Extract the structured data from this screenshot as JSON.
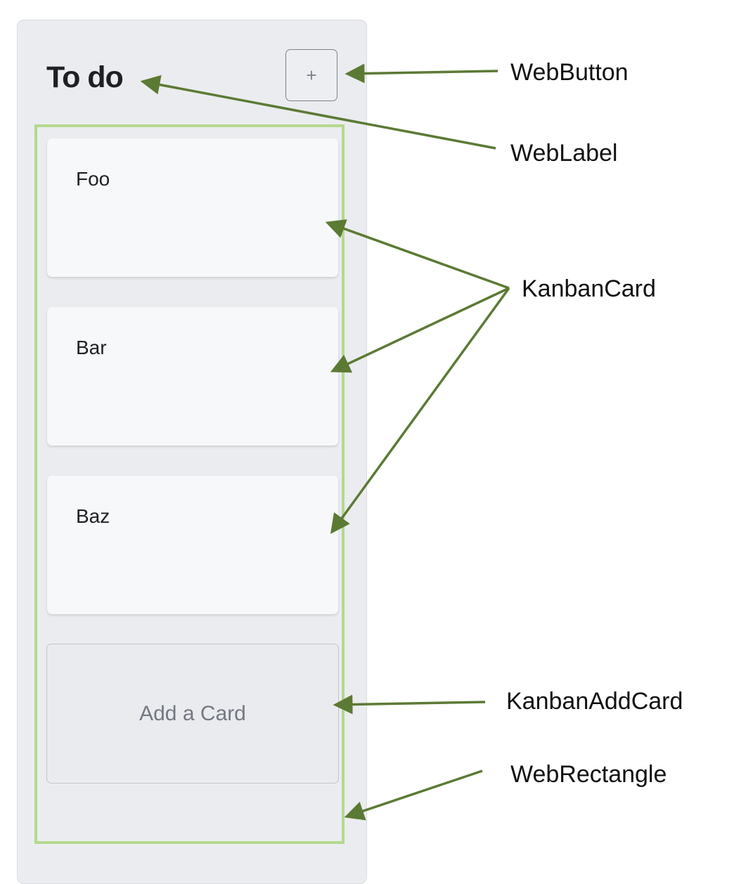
{
  "column": {
    "title": "To do",
    "add_button_label": "+",
    "cards": [
      "Foo",
      "Bar",
      "Baz"
    ],
    "add_card_label": "Add a Card"
  },
  "callouts": {
    "web_button": "WebButton",
    "web_label": "WebLabel",
    "kanban_card": "KanbanCard",
    "kanban_add_card": "KanbanAddCard",
    "web_rectangle": "WebRectangle"
  },
  "colors": {
    "arrow": "#5b7a34",
    "rectangle_outline": "#b3d98e",
    "column_background": "#ebecef"
  }
}
